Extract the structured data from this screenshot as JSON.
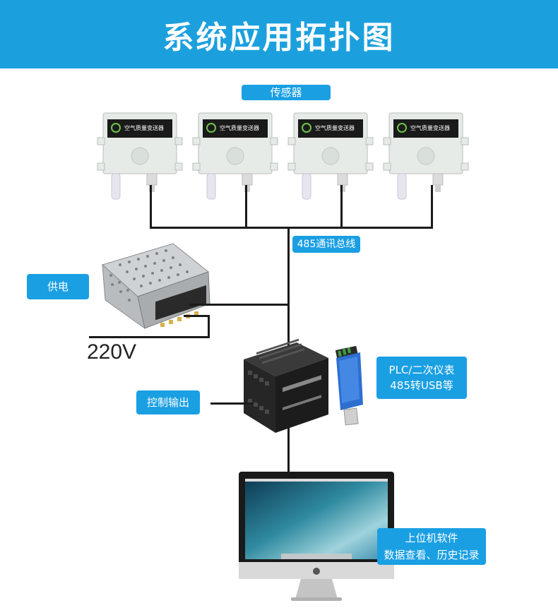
{
  "title": "系统应用拓扑图",
  "labels": {
    "sensors": "传感器",
    "bus": "485通讯总线",
    "power": "供电",
    "voltage": "220V",
    "control": "控制输出",
    "plc_line1": "PLC/二次仪表",
    "plc_line2": "485转USB等",
    "pc_line1": "上位机软件",
    "pc_line2": "数据查看、历史记录"
  },
  "sensor_device_text": "空气质量变送器",
  "colors": {
    "banner": "#1ca0dd",
    "label_bg": "#1a9fe3",
    "wire": "#1b1b1b",
    "sensor_body": "#e6ebe8"
  }
}
